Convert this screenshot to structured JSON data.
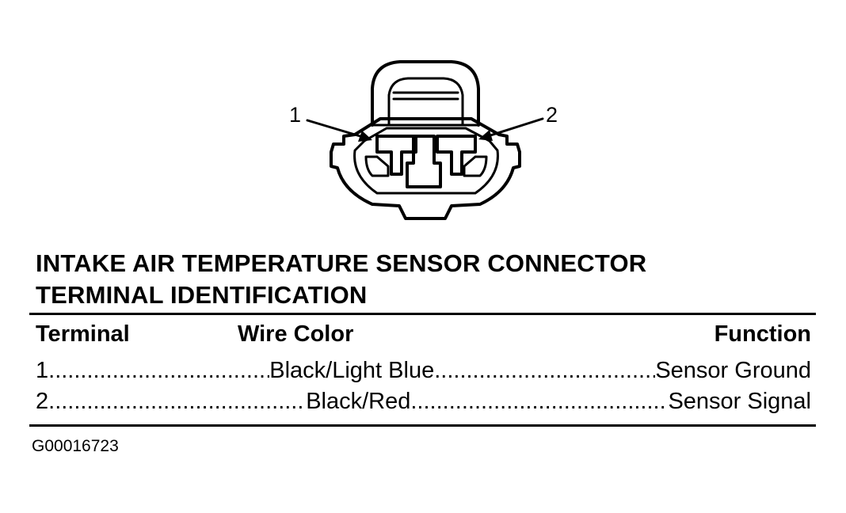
{
  "diagram": {
    "callouts": [
      "1",
      "2"
    ]
  },
  "title": {
    "line1": "INTAKE AIR TEMPERATURE SENSOR CONNECTOR",
    "line2": "TERMINAL IDENTIFICATION"
  },
  "table": {
    "headers": {
      "terminal": "Terminal",
      "wire_color": "Wire Color",
      "function": "Function"
    },
    "rows": [
      {
        "terminal": "1",
        "wire_color": "Black/Light Blue",
        "function": "Sensor Ground"
      },
      {
        "terminal": "2",
        "wire_color": "Black/Red",
        "function": "Sensor Signal"
      }
    ]
  },
  "figure_id": "G00016723"
}
